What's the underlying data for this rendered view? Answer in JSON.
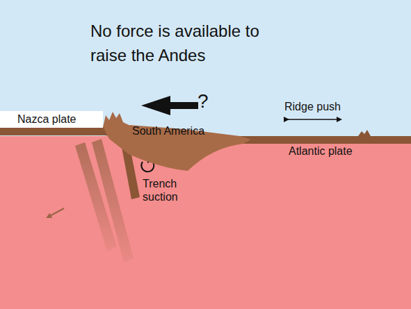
{
  "diagram": {
    "title": "No force is available to raise the Andes",
    "nodes": [
      {
        "text": [
          "South America"
        ]
      }
    ],
    "labels": [
      "?",
      "Nazca plate",
      "Ridge push",
      "Atlantic plate",
      "Trench suction"
    ]
  }
}
